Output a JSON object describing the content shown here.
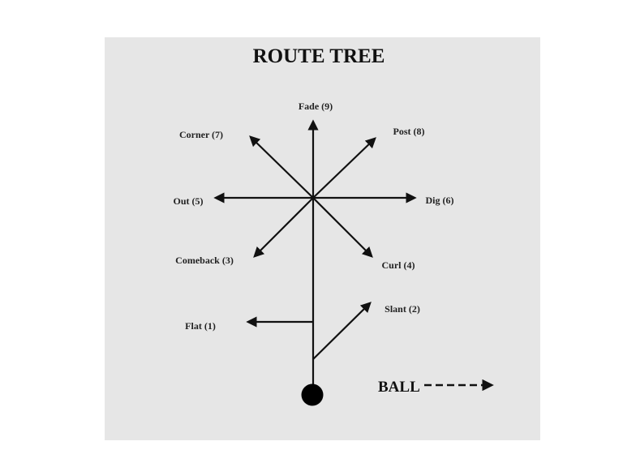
{
  "title": "ROUTE TREE",
  "routes": {
    "flat": "Flat (1)",
    "slant": "Slant (2)",
    "comeback": "Comeback (3)",
    "curl": "Curl (4)",
    "out": "Out (5)",
    "dig": "Dig (6)",
    "corner": "Corner (7)",
    "post": "Post (8)",
    "fade": "Fade (9)"
  },
  "ball_label": "BALL",
  "colors": {
    "panel": "#e6e6e6",
    "ink": "#111111"
  }
}
